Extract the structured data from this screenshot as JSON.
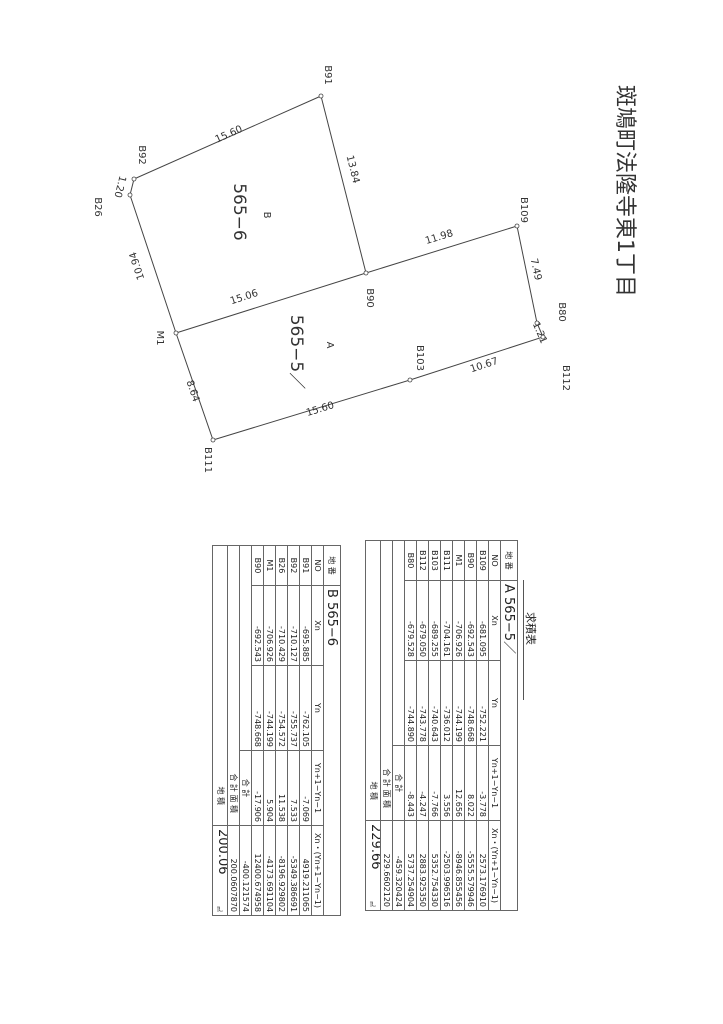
{
  "title": "斑鳩町法隆寺東1丁目",
  "plan": {
    "points": [
      "B91",
      "B92",
      "B26",
      "M1",
      "B111",
      "B90",
      "B109",
      "B80",
      "B112",
      "B103"
    ],
    "distances": [
      "15.60",
      "13.84",
      "1.20",
      "10.94",
      "15.06",
      "11.98",
      "7.49",
      "1.21",
      "10.67",
      "15.60",
      "8.64"
    ],
    "lot_b": {
      "letter": "B",
      "number": "565−6"
    },
    "lot_a": {
      "letter": "A",
      "number": "565−5／"
    }
  },
  "quadrature": {
    "title": "求積表",
    "headers": {
      "lot": "地 番",
      "no": "NO",
      "xn": "Xn",
      "yn": "Yn",
      "diff": "Yn+1−Yn−1",
      "prod": "Xn・(Yn+1−Yn−1)"
    },
    "labels": {
      "sum": "合 計",
      "sum_area": "合 計 面 積",
      "area": "地 積",
      "unit": "㎡"
    },
    "tables": [
      {
        "lot": "A 565−5／",
        "rows": [
          {
            "no": "B109",
            "xn": "-681.095",
            "yn": "-752.221",
            "diff": "-3.778",
            "prod": "2573.176910"
          },
          {
            "no": "B90",
            "xn": "-692.543",
            "yn": "-748.668",
            "diff": "8.022",
            "prod": "-5555.579946"
          },
          {
            "no": "M1",
            "xn": "-706.926",
            "yn": "-744.199",
            "diff": "12.656",
            "prod": "-8946.855456"
          },
          {
            "no": "B111",
            "xn": "-704.161",
            "yn": "-736.012",
            "diff": "3.556",
            "prod": "-2503.996516"
          },
          {
            "no": "B103",
            "xn": "-689.255",
            "yn": "-740.643",
            "diff": "-7.766",
            "prod": "5352.754330"
          },
          {
            "no": "B112",
            "xn": "-679.050",
            "yn": "-743.778",
            "diff": "-4.247",
            "prod": "2883.925350"
          },
          {
            "no": "B80",
            "xn": "-679.528",
            "yn": "-744.890",
            "diff": "-8.443",
            "prod": "5737.254904"
          }
        ],
        "sum": "-459.320424",
        "sum_area": "229.6602120",
        "area": "229.66"
      },
      {
        "lot": "B 565−6",
        "rows": [
          {
            "no": "B91",
            "xn": "-695.885",
            "yn": "-762.105",
            "diff": "-7.069",
            "prod": "4919.211065"
          },
          {
            "no": "B92",
            "xn": "-710.127",
            "yn": "-755.737",
            "diff": "7.533",
            "prod": "-5349.386691"
          },
          {
            "no": "B26",
            "xn": "-710.429",
            "yn": "-754.572",
            "diff": "11.538",
            "prod": "-8196.929802"
          },
          {
            "no": "M1",
            "xn": "-706.926",
            "yn": "-744.199",
            "diff": "5.904",
            "prod": "-4173.691104"
          },
          {
            "no": "B90",
            "xn": "-692.543",
            "yn": "-748.668",
            "diff": "-17.906",
            "prod": "12400.674958"
          }
        ],
        "sum": "-400.121574",
        "sum_area": "200.0607870",
        "area": "200.06"
      }
    ]
  }
}
